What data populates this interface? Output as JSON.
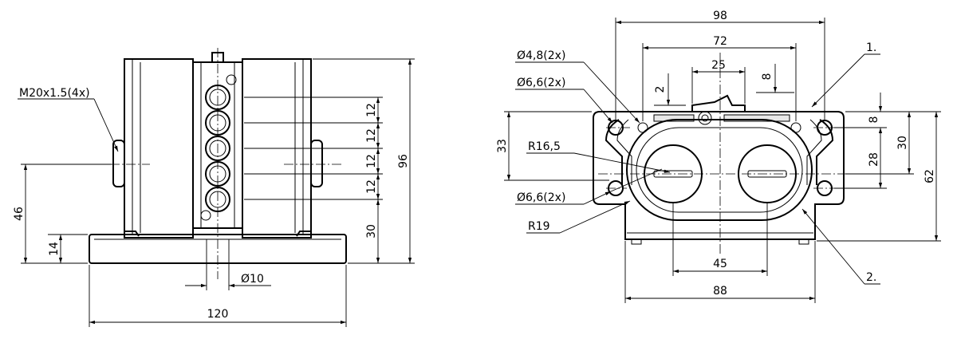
{
  "left_view": {
    "thread_note": "M20x1.5(4x)",
    "dim_width": "120",
    "dim_height_total": "96",
    "dim_base_height": "14",
    "dim_axis_height": "46",
    "dim_lower_pitch": "30",
    "dim_pitch": [
      "12",
      "12",
      "12",
      "12"
    ],
    "dim_hole": "10",
    "dim_hole_symbol": "Ø"
  },
  "right_view": {
    "dim_outer_width": "98",
    "dim_inner_width": "72",
    "dim_slot": "25",
    "dim_small_left": "2",
    "dim_small_right": "8",
    "dim_base_width": "88",
    "dim_button_pitch": "45",
    "dim_height_total": "62",
    "dim_height_right_1": "8",
    "dim_height_right_2": "28",
    "dim_height_right_3": "30",
    "dim_height_left": "33",
    "note_hole_small": "Ø4,8(2x)",
    "note_hole_top": "Ø6,6(2x)",
    "note_hole_bottom": "Ø6,6(2x)",
    "note_radius_inner": "R16,5",
    "note_radius_outer": "R19",
    "callout_1": "1.",
    "callout_2": "2."
  }
}
